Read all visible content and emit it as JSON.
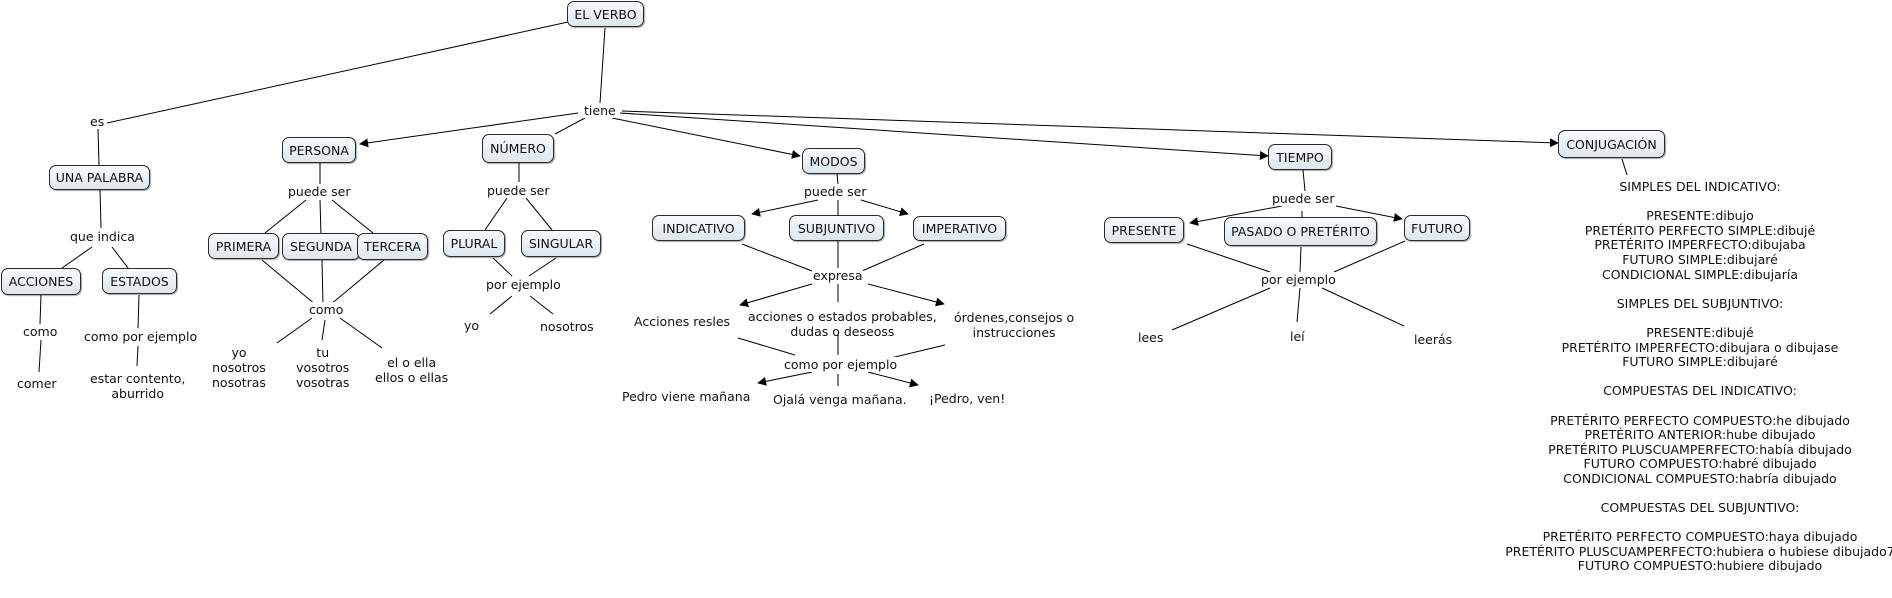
{
  "diagram": {
    "root": "EL VERBO",
    "nodes": {
      "una_palabra": "UNA PALABRA",
      "acciones": "ACCIONES",
      "estados": "ESTADOS",
      "persona": "PERSONA",
      "primera": "PRIMERA",
      "segunda": "SEGUNDA",
      "tercera": "TERCERA",
      "numero": "NÚMERO",
      "plural": "PLURAL",
      "singular": "SINGULAR",
      "modos": "MODOS",
      "indicativo": "INDICATIVO",
      "subjuntivo": "SUBJUNTIVO",
      "imperativo": "IMPERATIVO",
      "tiempo": "TIEMPO",
      "presente": "PRESENTE",
      "pasado": "PASADO O PRETÉRITO",
      "futuro": "FUTURO",
      "conjugacion": "CONJUGACIÓN"
    },
    "links": {
      "es": "es",
      "tiene": "tiene",
      "que_indica": "que indica",
      "como": "como",
      "como_por_ejemplo": "como por ejemplo",
      "puede_ser_persona": "puede ser",
      "como_persona": "como",
      "puede_ser_numero": "puede ser",
      "por_ejemplo_numero": "por ejemplo",
      "puede_ser_modos": "puede ser",
      "expresa": "expresa",
      "como_por_ejemplo_modos": "como por ejemplo",
      "puede_ser_tiempo": "puede ser",
      "por_ejemplo_tiempo": "por ejemplo"
    },
    "texts": {
      "comer": "comer",
      "estar_contento": "estar contento,\naburrido",
      "yo_nosotros": "yo\nnosotros\nnosotras",
      "tu_vosotros": "tu\nvosotros\nvosotras",
      "el_ella": "el o ella\nellos o ellas",
      "yo": "yo",
      "nosotros": "nosotros",
      "acciones_resles": "Acciones resles",
      "acciones_probables": "acciones o estados probables,\ndudas o deseoss",
      "ordenes": "órdenes,consejos o\ninstrucciones",
      "pedro_viene": "Pedro viene mañana",
      "ojala": "Ojalá venga mañana.",
      "pedro_ven": "¡Pedro, ven!",
      "lees": "lees",
      "lei": "leí",
      "leeras": "leerás",
      "conjugacion_detail": "SIMPLES DEL INDICATIVO:\n\nPRESENTE:dibujo\nPRETÉRITO PERFECTO SIMPLE:dibujé\nPRETÉRITO IMPERFECTO:dibujaba\nFUTURO SIMPLE:dibujaré\nCONDICIONAL SIMPLE:dibujaría\n\nSIMPLES DEL SUBJUNTIVO:\n\nPRESENTE:dibujé\nPRETÉRITO IMPERFECTO:dibujara o dibujase\nFUTURO SIMPLE:dibujaré\n\nCOMPUESTAS DEL INDICATIVO:\n\nPRETÉRITO PERFECTO COMPUESTO:he dibujado\nPRETÉRITO ANTERIOR:hube dibujado\nPRETÉRITO PLUSCUAMPERFECTO:había dibujado\nFUTURO COMPUESTO:habré dibujado\nCONDICIONAL COMPUESTO:habría dibujado\n\nCOMPUESTAS DEL SUBJUNTIVO:\n\nPRETÉRITO PERFECTO COMPUESTO:haya dibujado\nPRETÉRITO PLUSCUAMPERFECTO:hubiera o hubiese dibujado7\nFUTURO COMPUESTO:hubiere dibujado"
    }
  }
}
